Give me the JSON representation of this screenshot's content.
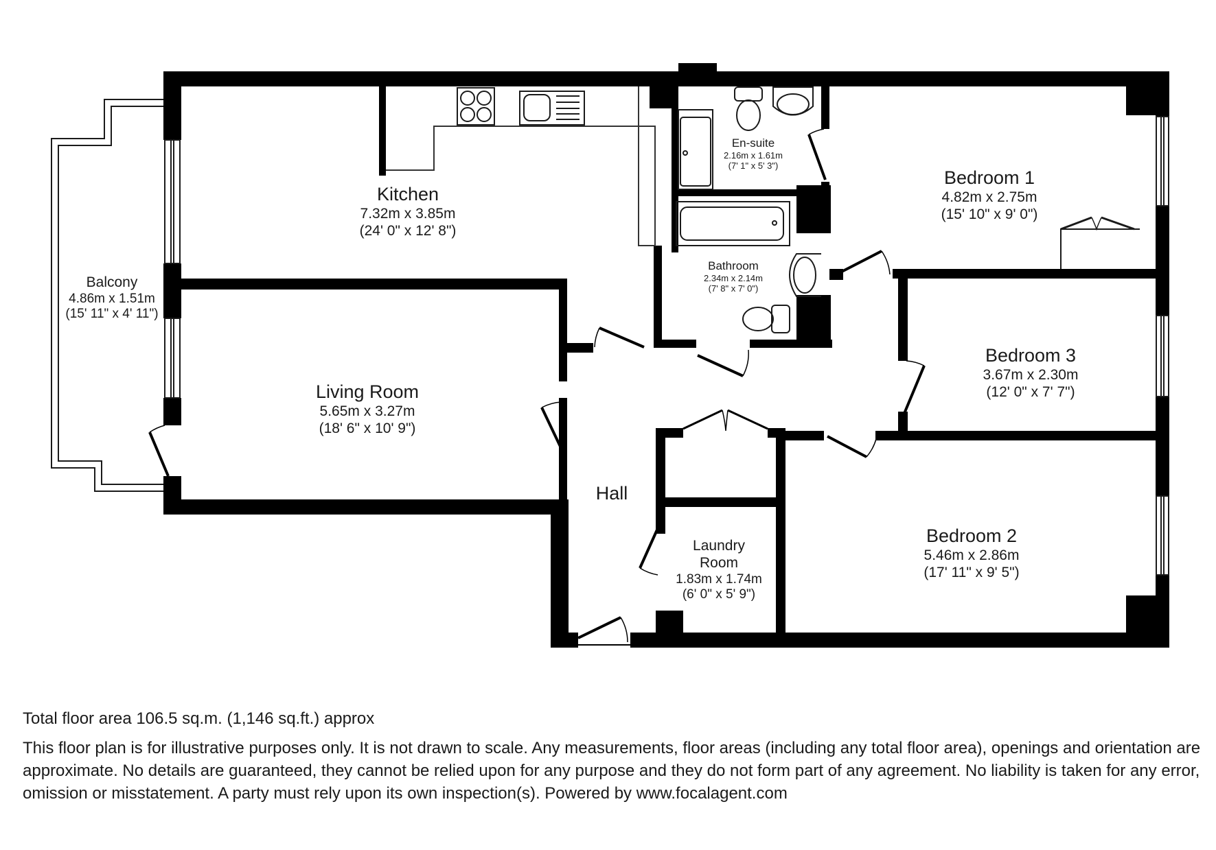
{
  "floorplan": {
    "rooms": {
      "kitchen": {
        "name": "Kitchen",
        "metric": "7.32m x 3.85m",
        "imperial": "(24' 0\" x 12' 8\")"
      },
      "living": {
        "name": "Living Room",
        "metric": "5.65m x 3.27m",
        "imperial": "(18' 6\" x 10' 9\")"
      },
      "balcony": {
        "name": "Balcony",
        "metric": "4.86m x 1.51m",
        "imperial": "(15' 11\" x 4' 11\")"
      },
      "ensuite": {
        "name": "En-suite",
        "metric": "2.16m x 1.61m",
        "imperial": "(7' 1\" x 5' 3\")"
      },
      "bathroom": {
        "name": "Bathroom",
        "metric": "2.34m x 2.14m",
        "imperial": "(7' 8\" x 7' 0\")"
      },
      "bedroom1": {
        "name": "Bedroom 1",
        "metric": "4.82m x 2.75m",
        "imperial": "(15' 10\" x 9' 0\")"
      },
      "bedroom3": {
        "name": "Bedroom 3",
        "metric": "3.67m x 2.30m",
        "imperial": "(12' 0\" x 7' 7\")"
      },
      "bedroom2": {
        "name": "Bedroom 2",
        "metric": "5.46m x 2.86m",
        "imperial": "(17' 11\" x 9' 5\")"
      },
      "laundry": {
        "name_line1": "Laundry",
        "name_line2": "Room",
        "metric": "1.83m x 1.74m",
        "imperial": "(6' 0\" x 5' 9\")"
      },
      "hall": {
        "name": "Hall"
      }
    },
    "fixtures": [
      "hob-icon",
      "sink-icon",
      "bath-icon",
      "toilet-icon",
      "basin-icon",
      "shower-icon",
      "wardrobe-icon"
    ],
    "colors": {
      "wall": "#000000",
      "line": "#1a1a1a",
      "background": "#ffffff"
    }
  },
  "footer": {
    "total_area": "Total floor area 106.5 sq.m. (1,146 sq.ft.) approx",
    "disclaimer": "This floor plan is for illustrative purposes only. It is not drawn to scale. Any measurements, floor areas (including any total floor area), openings and orientation are approximate. No details are guaranteed, they cannot be relied upon for any purpose and they do not form part of any agreement. No liability is taken for any error, omission or misstatement. A party must rely upon its own inspection(s). Powered by www.focalagent.com"
  }
}
